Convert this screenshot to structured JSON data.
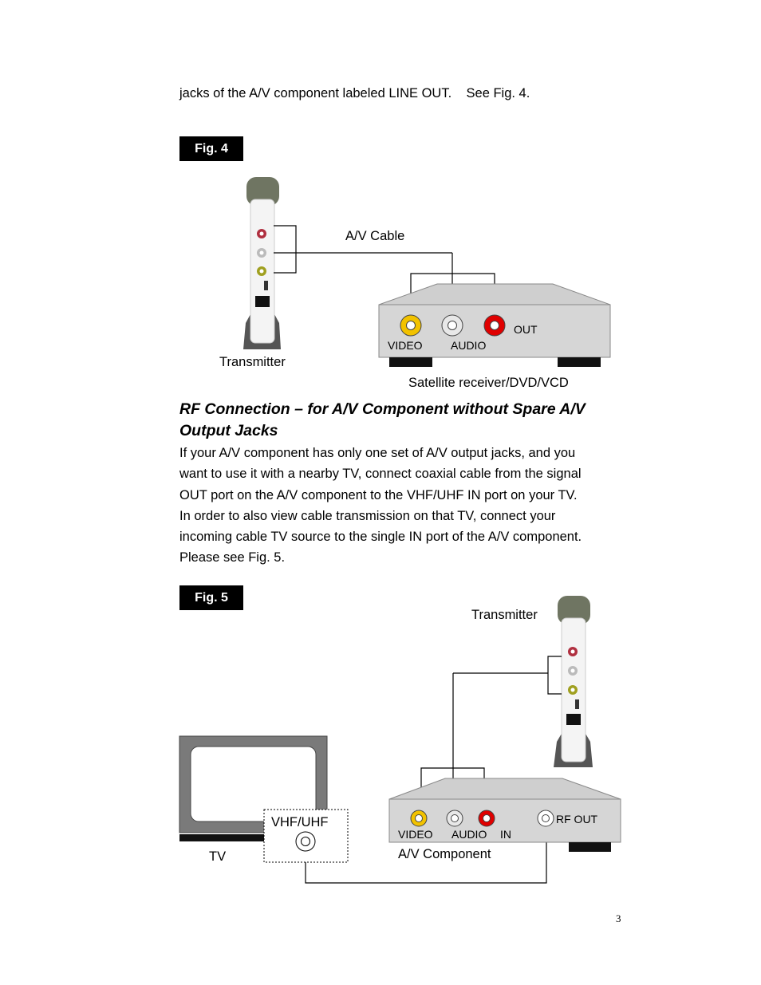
{
  "intro_text": "jacks of the A/V component labeled LINE OUT.    See Fig. 4.",
  "fig4": {
    "label": "Fig. 4",
    "cable_label": "A/V Cable",
    "transmitter_label": "Transmitter",
    "device_label": "Satellite receiver/DVD/VCD",
    "port_out": "OUT",
    "port_video": "VIDEO",
    "port_audio": "AUDIO"
  },
  "section": {
    "heading": "RF Connection – for A/V Component without Spare A/V Output Jacks",
    "paragraph_lines": [
      "If your A/V component has only one set of A/V output jacks, and you",
      "want to use it with a nearby TV, connect coaxial cable from the signal",
      "OUT port on the A/V component to the VHF/UHF IN port on your TV.",
      "In order to also view cable transmission on that TV, connect your",
      "incoming cable TV source to the single IN port of the A/V component.",
      "Please see Fig. 5."
    ]
  },
  "fig5": {
    "label": "Fig. 5",
    "transmitter_label": "Transmitter",
    "tv_label": "TV",
    "vhf_label": "VHF/UHF",
    "component_label": "A/V Component",
    "port_rf_out": "RF OUT",
    "port_video": "VIDEO",
    "port_audio": "AUDIO",
    "port_in": "IN"
  },
  "page_number": "3",
  "colors": {
    "video_jack": "#f2c200",
    "audio_white_jack": "#e8e8e8",
    "audio_red_jack": "#e00000",
    "device_body": "#d6d6d6",
    "tv_frame": "#7a7a7a"
  }
}
